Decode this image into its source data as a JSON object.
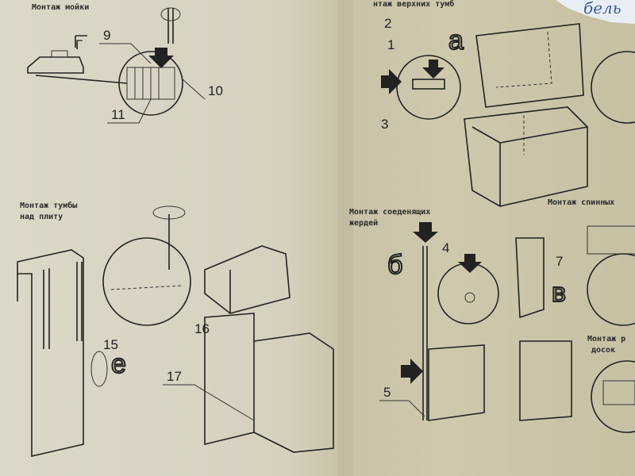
{
  "sections": {
    "sink": {
      "title": "Монтаж мойки",
      "labels": [
        "9",
        "10",
        "11",
        "Г"
      ]
    },
    "upper": {
      "title": "нтаж верхних тумб",
      "labels": [
        "2",
        "1",
        "3"
      ],
      "letter": "а"
    },
    "stove": {
      "title_line1": "Монтаж тумбы",
      "title_line2": "над плиту",
      "labels": [
        "15",
        "16",
        "17"
      ],
      "letter": "е"
    },
    "rails": {
      "title_line1": "Монтаж соеденящих",
      "title_line2": "жердей",
      "labels": [
        "4",
        "5"
      ],
      "letter": "б"
    },
    "backs": {
      "title": "Монтаж спинных",
      "labels": [
        "7"
      ],
      "letter": "в"
    },
    "boards": {
      "title_line1": "Монтаж р",
      "title_line2": "досок"
    }
  },
  "handwritten_note": "бель",
  "colors": {
    "paper_left": "#dcd8c8",
    "paper_right": "#c9c2a8",
    "ink": "#222222",
    "pen": "#3a5d9a"
  }
}
